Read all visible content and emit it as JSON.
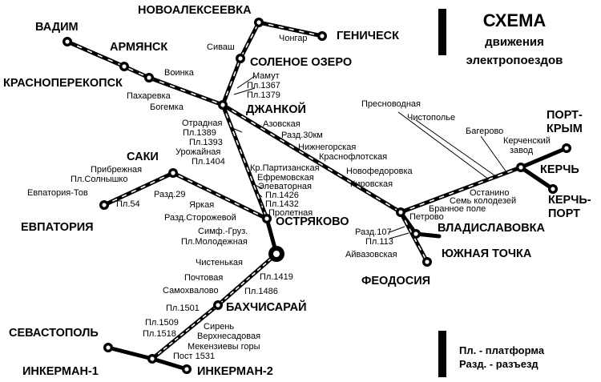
{
  "title": {
    "line1": "СХЕМА",
    "line2": "движения",
    "line3": "электропоездов"
  },
  "legend": {
    "pl": "Пл.   - платформа",
    "razd": "Разд. - разъезд"
  },
  "stations": {
    "vadim": "ВАДИМ",
    "armyansk": "АРМЯНСК",
    "krasnoperekopsk": "КРАСНОПЕРЕКОПСК",
    "novoalekseevka": "НОВОАЛЕКСЕЕВКА",
    "genichesk": "ГЕНИЧЕСК",
    "solenoe_ozero": "СОЛЕНОЕ ОЗЕРО",
    "dzhankoy": "ДЖАНКОЙ",
    "saki": "САКИ",
    "evpatoriya": "ЕВПАТОРИЯ",
    "ostryakovo": "ОСТРЯКОВО",
    "bakhchisaray": "БАХЧИСАРАЙ",
    "sevastopol": "СЕВАСТОПОЛЬ",
    "inkerman1": "ИНКЕРМАН-1",
    "inkerman2": "ИНКЕРМАН-2",
    "feodosiya": "ФЕОДОСИЯ",
    "vladislavovka": "ВЛАДИСЛАВОВКА",
    "yuzhnaya_tochka": "ЮЖНАЯ ТОЧКА",
    "kerch": "КЕРЧЬ",
    "port_krym_1": "ПОРТ-",
    "port_krym_2": "КРЫМ",
    "kerch_port_1": "КЕРЧЬ-",
    "kerch_port_2": "ПОРТ"
  },
  "stops": {
    "voinka": "Воинка",
    "pakharevka": "Пахаревка",
    "bogemka": "Богемка",
    "sivash": "Сиваш",
    "chongar": "Чонгар",
    "mamut": "Мамут",
    "pl1367": "Пл.1367",
    "pl1379": "Пл.1379",
    "otradnaya": "Отрадная",
    "pl1389": "Пл.1389",
    "pl1393": "Пл.1393",
    "urozhaynaya": "Урожайная",
    "pl1404": "Пл.1404",
    "azovskaya": "Азовская",
    "razd30": "Разд.30км",
    "nizhnegorskaya": "Нижнегорская",
    "krasnoflotskaya": "Краснофлотская",
    "novofedorovka": "Новофедоровка",
    "kirovskaya": "Кировская",
    "presnovodnaya": "Пресноводная",
    "chistopolye": "Чистополье",
    "bagerovo": "Багерово",
    "kerchenskiy_zavod_1": "Керченский",
    "kerchenskiy_zavod_2": "завод",
    "ostanino": "Останино",
    "sem_kolodezey": "Семь колодезей",
    "brannoe_pole": "Бранное поле",
    "petrovo": "Петрово",
    "razd107": "Разд.107",
    "pl113": "Пл.113",
    "ayvazovskaya": "Айвазовская",
    "kr_partizanskaya": "Кр.Партизанская",
    "efremovskaya": "Ефремовская",
    "elevatornaya": "Элеваторная",
    "pl1426": "Пл.1426",
    "pl1432": "Пл.1432",
    "proletnaya": "Пролетная",
    "pribrezhnaya": "Прибрежная",
    "pl_solnyshko": "Пл.Солнышко",
    "evpatoriya_tov": "Евпатория-Тов",
    "pl54": "Пл.54",
    "razd29": "Разд.29",
    "yarkaya": "Яркая",
    "razd_storozhevoy": "Разд.Сторожевой",
    "simf_gruz": "Симф.-Груз.",
    "pl_molodezhnaya": "Пл.Молодежная",
    "chistenkaya": "Чистенькая",
    "pl1419": "Пл.1419",
    "pochtovaya": "Почтовая",
    "pl1486": "Пл.1486",
    "samokhvalovo": "Самохвалово",
    "pl1501": "Пл.1501",
    "pl1509": "Пл.1509",
    "siren": "Сирень",
    "pl1518": "Пл.1518",
    "verkhnesadovaya": "Верхнесадовая",
    "mekenzievy_gory": "Мекензиевы горы",
    "post1531": "Пост 1531"
  }
}
